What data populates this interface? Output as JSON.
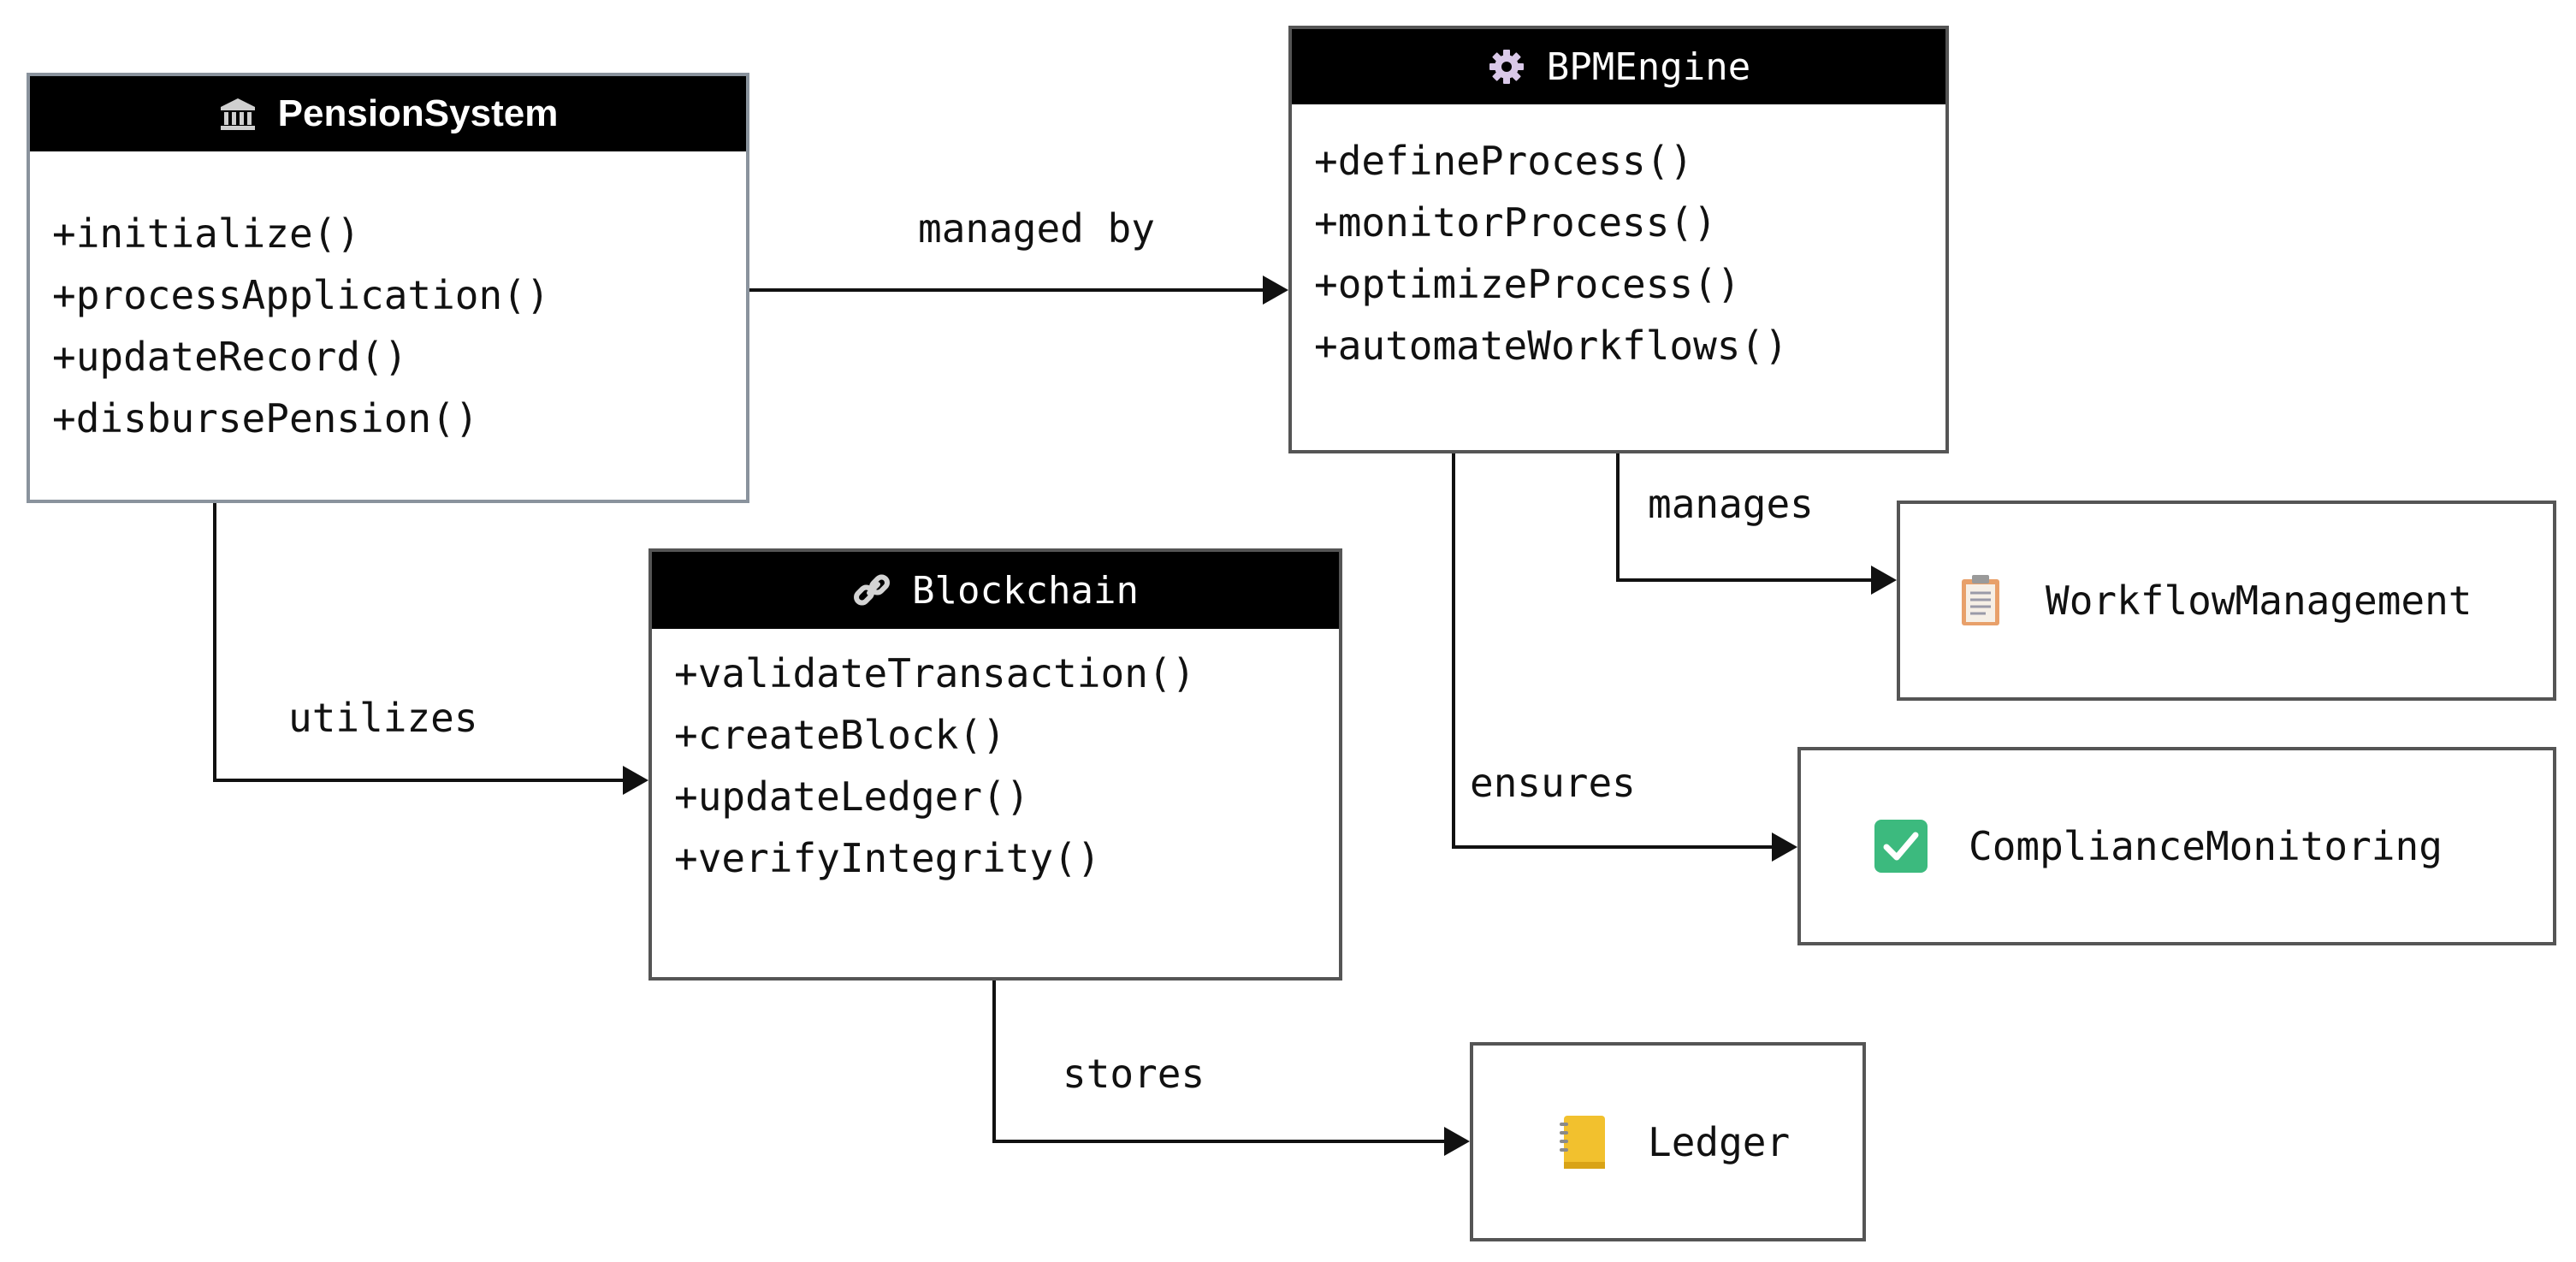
{
  "diagram": {
    "classes": [
      {
        "name": "PensionSystem",
        "icon": "bank-icon",
        "methods": [
          "+initialize()",
          "+processApplication()",
          "+updateRecord()",
          "+disbursePension()"
        ]
      },
      {
        "name": "BPMEngine",
        "icon": "gear-icon",
        "methods": [
          "+defineProcess()",
          "+monitorProcess()",
          "+optimizeProcess()",
          "+automateWorkflows()"
        ]
      },
      {
        "name": "Blockchain",
        "icon": "link-icon",
        "methods": [
          "+validateTransaction()",
          "+createBlock()",
          "+updateLedger()",
          "+verifyIntegrity()"
        ]
      }
    ],
    "nodes": [
      {
        "name": "WorkflowManagement",
        "icon": "clipboard-icon"
      },
      {
        "name": "ComplianceMonitoring",
        "icon": "checkmark-icon"
      },
      {
        "name": "Ledger",
        "icon": "notebook-icon"
      }
    ],
    "edges": [
      {
        "from": "PensionSystem",
        "to": "BPMEngine",
        "label": "managed by"
      },
      {
        "from": "PensionSystem",
        "to": "Blockchain",
        "label": "utilizes"
      },
      {
        "from": "BPMEngine",
        "to": "WorkflowManagement",
        "label": "manages"
      },
      {
        "from": "BPMEngine",
        "to": "ComplianceMonitoring",
        "label": "ensures"
      },
      {
        "from": "Blockchain",
        "to": "Ledger",
        "label": "stores"
      }
    ]
  },
  "colors": {
    "header_bg": "#000000",
    "header_text": "#ffffff",
    "border": "#555555",
    "pension_border": "#8a939d",
    "line": "#111111",
    "check_green": "#3cba7e",
    "notebook_yellow": "#f2c12e"
  }
}
